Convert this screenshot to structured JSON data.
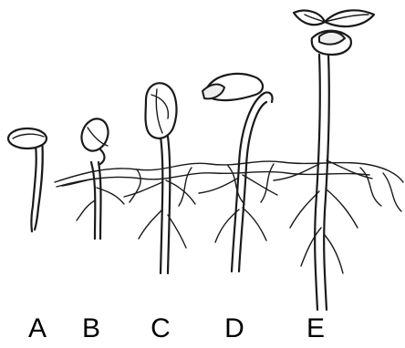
{
  "stages": [
    {
      "label": "A"
    },
    {
      "label": "B"
    },
    {
      "label": "C"
    },
    {
      "label": "D"
    },
    {
      "label": "E"
    }
  ],
  "colors": {
    "ink": "#1a1a1a",
    "background": "#ffffff"
  }
}
